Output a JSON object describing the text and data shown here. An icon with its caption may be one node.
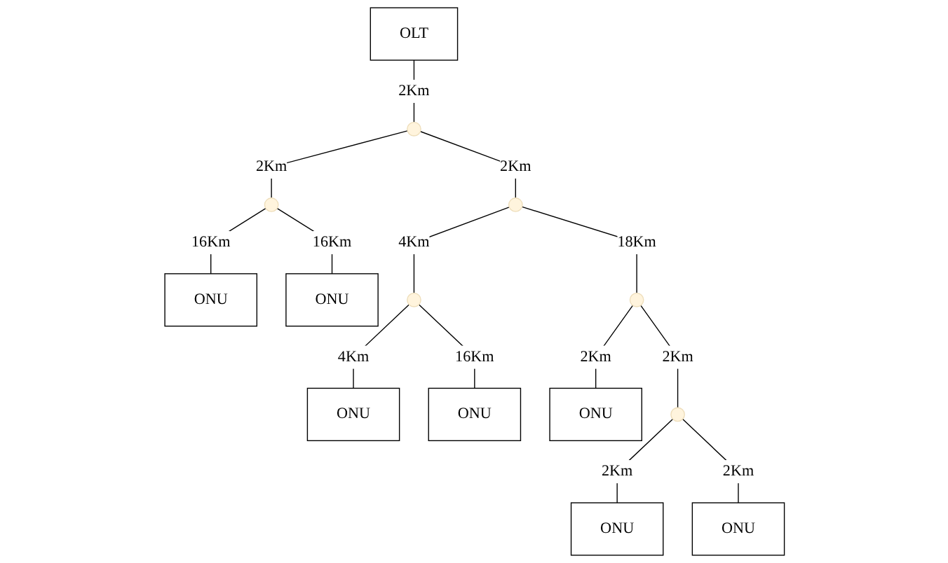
{
  "diagram": {
    "nodes": [
      {
        "text": [
          "OLT"
        ]
      },
      {
        "text": [],
        "shape": "circle"
      },
      {
        "text": [],
        "shape": "circle"
      },
      {
        "text": [],
        "shape": "circle"
      },
      {
        "text": [
          "ONU"
        ]
      },
      {
        "text": [
          "ONU"
        ]
      },
      {
        "text": [],
        "shape": "circle"
      },
      {
        "text": [],
        "shape": "circle"
      },
      {
        "text": [
          "ONU"
        ]
      },
      {
        "text": [
          "ONU"
        ]
      },
      {
        "text": [
          "ONU"
        ]
      },
      {
        "text": [],
        "shape": "circle"
      },
      {
        "text": [
          "ONU"
        ]
      },
      {
        "text": [
          "ONU"
        ]
      }
    ],
    "edges": [
      {
        "from": 0,
        "to": 1,
        "arrow": "none",
        "label": "2Km"
      },
      {
        "from": 1,
        "to": 2,
        "arrow": "none",
        "label": "2Km"
      },
      {
        "from": 1,
        "to": 3,
        "arrow": "none",
        "label": "2Km"
      },
      {
        "from": 2,
        "to": 4,
        "arrow": "none",
        "label": "16Km"
      },
      {
        "from": 2,
        "to": 5,
        "arrow": "none",
        "label": "16Km"
      },
      {
        "from": 3,
        "to": 6,
        "arrow": "none",
        "label": "4Km"
      },
      {
        "from": 3,
        "to": 7,
        "arrow": "none",
        "label": "18Km"
      },
      {
        "from": 6,
        "to": 8,
        "arrow": "none",
        "label": "4Km"
      },
      {
        "from": 6,
        "to": 9,
        "arrow": "none",
        "label": "16Km"
      },
      {
        "from": 7,
        "to": 10,
        "arrow": "none",
        "label": "2Km"
      },
      {
        "from": 7,
        "to": 11,
        "arrow": "none",
        "label": "2Km"
      },
      {
        "from": 11,
        "to": 12,
        "arrow": "none",
        "label": "2Km"
      },
      {
        "from": 11,
        "to": 13,
        "arrow": "none",
        "label": "2Km"
      }
    ]
  }
}
